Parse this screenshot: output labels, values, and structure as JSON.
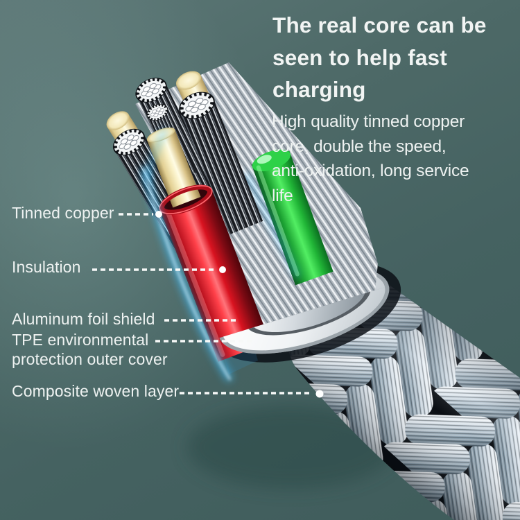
{
  "heading": {
    "title_lines": [
      "The real core can be",
      "seen to help fast",
      "charging"
    ],
    "subtitle_lines": [
      "High quality tinned copper",
      "core, double the speed,",
      "anti-oxidation, long service",
      "life"
    ]
  },
  "callouts": [
    {
      "id": "tinned-copper",
      "lines": [
        "Tinned copper"
      ]
    },
    {
      "id": "insulation",
      "lines": [
        "Insulation"
      ]
    },
    {
      "id": "aluminum-foil-shield",
      "lines": [
        "Aluminum foil shield"
      ]
    },
    {
      "id": "tpe-outer-cover",
      "lines": [
        "TPE environmental",
        "protection outer cover"
      ]
    },
    {
      "id": "composite-woven-layer",
      "lines": [
        "Composite woven layer"
      ]
    }
  ],
  "illustration": {
    "description": "Cutaway 3D render of a braided charging cable showing its internal layers",
    "layers": [
      "Tinned copper",
      "Insulation",
      "Aluminum foil shield",
      "TPE environmental protection outer cover",
      "Composite woven layer"
    ],
    "colors": {
      "background_teal": "#4a6462",
      "text_white": "#f1f4f3",
      "insulation_red": "#e01522",
      "insulation_green": "#2ecc40",
      "copper_core_cream": "#f6ecc2",
      "shield_silver": "#d4dadf",
      "tpe_ring_white": "#f0f3f5",
      "braid_silver_blue": "#b9c6d2",
      "glow_blue": "#45c1ff"
    }
  }
}
